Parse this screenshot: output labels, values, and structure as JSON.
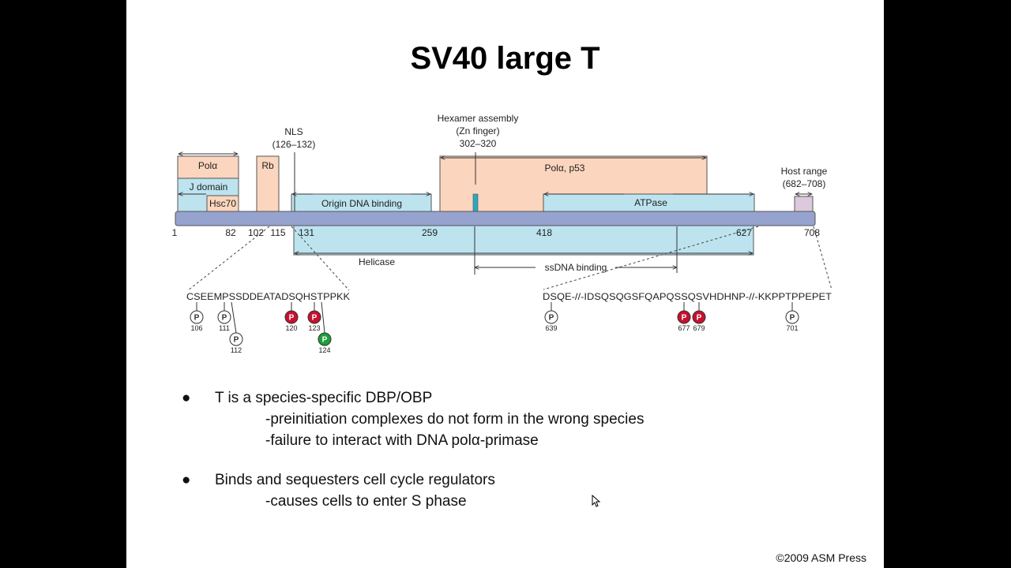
{
  "slide": {
    "title": "SV40 large T",
    "copyright": "©2009 ASM Press"
  },
  "diagram": {
    "labels": {
      "pola": "Polα",
      "jdomain": "J domain",
      "hsc70": "Hsc70",
      "rb": "Rb",
      "nls1": "NLS",
      "nls2": "(126–132)",
      "hex1": "Hexamer assembly",
      "hex2": "(Zn finger)",
      "hex3": "302–320",
      "origin": "Origin DNA binding",
      "polap53": "Polα, p53",
      "atpase": "ATPase",
      "host1": "Host range",
      "host2": "(682–708)",
      "helicase": "Helicase",
      "ssdna": "ssDNA binding"
    },
    "ticks": [
      "1",
      "82",
      "102",
      "115",
      "131",
      "259",
      "418",
      "627",
      "708"
    ],
    "left_seq": "CSEEMPSSDDEATADSQHSTPPKK",
    "right_seq": "DSQE-//-IDSQSQGSFQAPQSSQSVHDHNP-//-KKPPTPPEPET",
    "phospho_letter": "P",
    "phospho_sites": [
      {
        "pos": "106",
        "color": "#ffffff"
      },
      {
        "pos": "111",
        "color": "#ffffff"
      },
      {
        "pos": "112",
        "color": "#ffffff"
      },
      {
        "pos": "120",
        "color": "#c8102e"
      },
      {
        "pos": "123",
        "color": "#c8102e"
      },
      {
        "pos": "124",
        "color": "#1e9e3c"
      },
      {
        "pos": "639",
        "color": "#ffffff"
      },
      {
        "pos": "677",
        "color": "#c8102e"
      },
      {
        "pos": "679",
        "color": "#c8102e"
      },
      {
        "pos": "701",
        "color": "#ffffff"
      }
    ],
    "colors": {
      "backbone": "#96a3cf",
      "domain_blue": "#bde3ef",
      "domain_peach": "#fbd5bd",
      "host_range": "#dcc9dc",
      "zn_finger": "#2aa9c1"
    }
  },
  "bullets": [
    {
      "text": "T is a species-specific DBP/OBP",
      "subs": [
        "-preinitiation complexes do not form in the wrong species",
        "-failure to interact with DNA polα-primase"
      ]
    },
    {
      "text": "Binds and sequesters cell cycle regulators",
      "subs": [
        "-causes cells to enter S phase"
      ]
    }
  ]
}
